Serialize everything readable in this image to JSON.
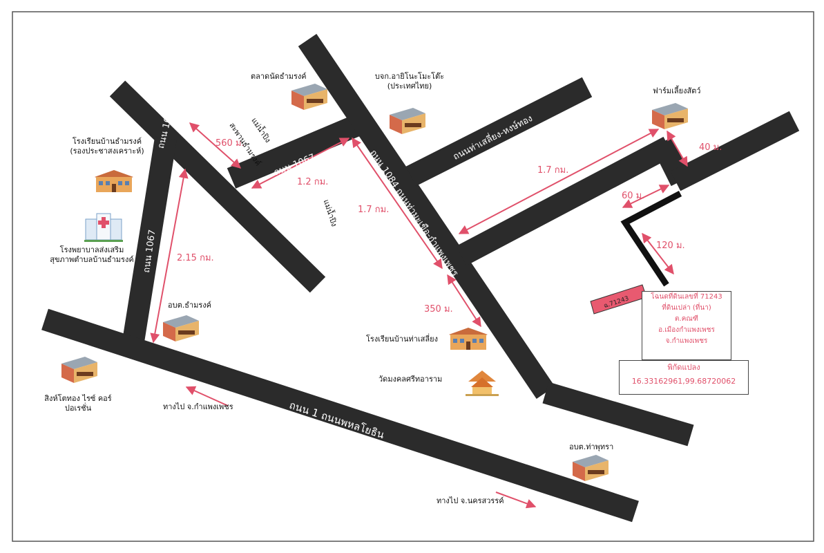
{
  "colors": {
    "road": "#2b2b2b",
    "distance": "#e0506a",
    "plot": "#e85a70",
    "frame": "#555555"
  },
  "roads": {
    "r1067_upper": "ถนน 1067",
    "r1067_diag": "ถนน 1067",
    "r1067_left": "ถนน 1067",
    "r1084": "ถนน 1084 ถนนท่ามะเขือ-กำแพงเพชร",
    "tha_siang": "ถนนท่าเสลี่ยง-หงษ์ทอง",
    "r1": "ถนน 1 ถนนพหลโยธิน",
    "parcel": "ฉ.71243"
  },
  "distances": {
    "d560": "560 ม.",
    "d1_2": "1.2 กม.",
    "d1_7a": "1.7 กม.",
    "d1_7b": "1.7 กม.",
    "d2_15": "2.15 กม.",
    "d350": "350 ม.",
    "d40": "40 ม.",
    "d60": "60 ม.",
    "d120": "120 ม."
  },
  "landmarks": {
    "market": "ตลาดนัดธำมรงค์",
    "company_l1": "บจก.อายิโนะโมะโต๊ะ",
    "company_l2": "(ประเทศไทย)",
    "farm": "ฟาร์มเลี้ยงสัตว์",
    "bridge": "สะพานธำมรงค์",
    "river1": "แม่น้ำปิง",
    "river2": "แม่น้ำปิง",
    "school1_l1": "โรงเรียนบ้านธำมรงค์",
    "school1_l2": "(รองประชาสงเคราะห์)",
    "hospital_l1": "โรงพยาบาลส่งเสริม",
    "hospital_l2": "สุขภาพตำบลบ้านธำมรงค์",
    "sao_thamrong": "อบต.ธำมรงค์",
    "school2": "โรงเรียนบ้านท่าเสลี่ยง",
    "temple": "วัดมงคลศรีทอาราม",
    "singto_l1": "สิงห์โตทอง ไรซ์ คอร์",
    "singto_l2": "ปอเรชั่น",
    "to_kpp": "ทางไป จ.กำแพงเพชร",
    "sao_thaputsa": "อบต.ท่าพุทรา",
    "to_nsw": "ทางไป จ.นครสวรรค์"
  },
  "plot_info": {
    "line1": "โฉนดที่ดินเลขที่ 71243",
    "line2": "ที่ดินเปล่า (ที่นา)",
    "line3": "ต.คณฑี",
    "line4": "อ.เมืองกำแพงเพชร",
    "line5": "จ.กำแพงเพชร"
  },
  "coordinates": {
    "label": "พิกัดแปลง",
    "value": "16.33162961,99.68720062"
  }
}
